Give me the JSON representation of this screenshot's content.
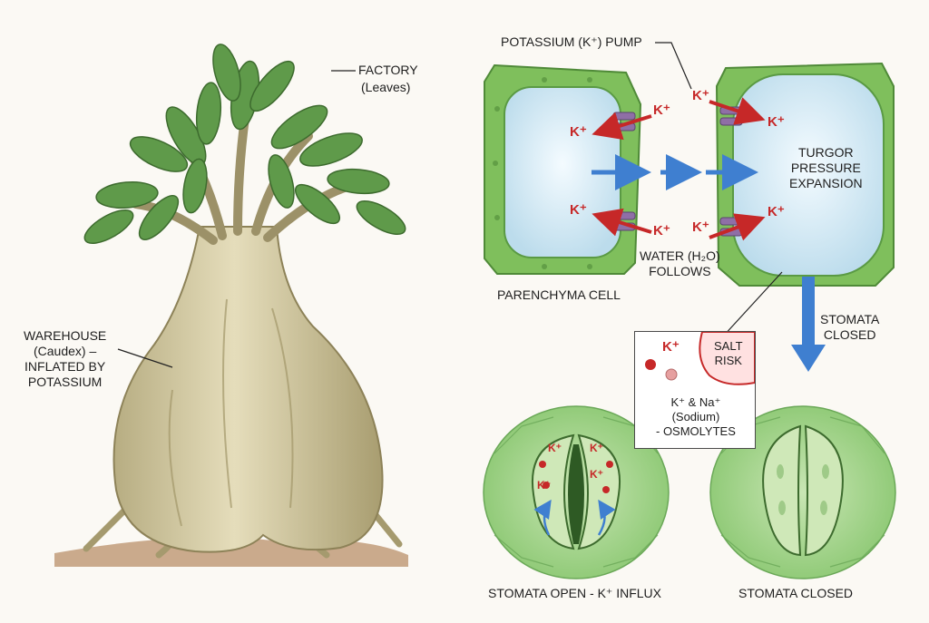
{
  "colors": {
    "leaf_green": "#5f9a4a",
    "cell_wall": "#7fbf5c",
    "vacuole": "#dbeef6",
    "caudex": "#d8cfa6",
    "potassium_red": "#c62828",
    "water_blue": "#3f7fd0",
    "pump_purple": "#8f6fa6"
  },
  "labels": {
    "factory": "FACTORY",
    "factory_sub": "(Leaves)",
    "warehouse": "WAREHOUSE\n(Caudex) –\nINFLATED BY\nPOTASSIUM",
    "potassium_pump": "POTASSIUM (K⁺) PUMP",
    "turgor": "TURGOR\nPRESSURE\nEXPANSION",
    "water_follows": "WATER (H₂O)\nFOLLOWS",
    "parenchyma": "PARENCHYMA CELL",
    "stomata_closed_arrow": "STOMATA\nCLOSED",
    "salt_risk": "SALT\nRISK",
    "osmolytes": "K⁺ & Na⁺\n(Sodium)\n- OSMOLYTES",
    "stomata_open": "STOMATA OPEN - K⁺ INFLUX",
    "stomata_closed": "STOMATA CLOSED",
    "k_ion": "K⁺"
  }
}
